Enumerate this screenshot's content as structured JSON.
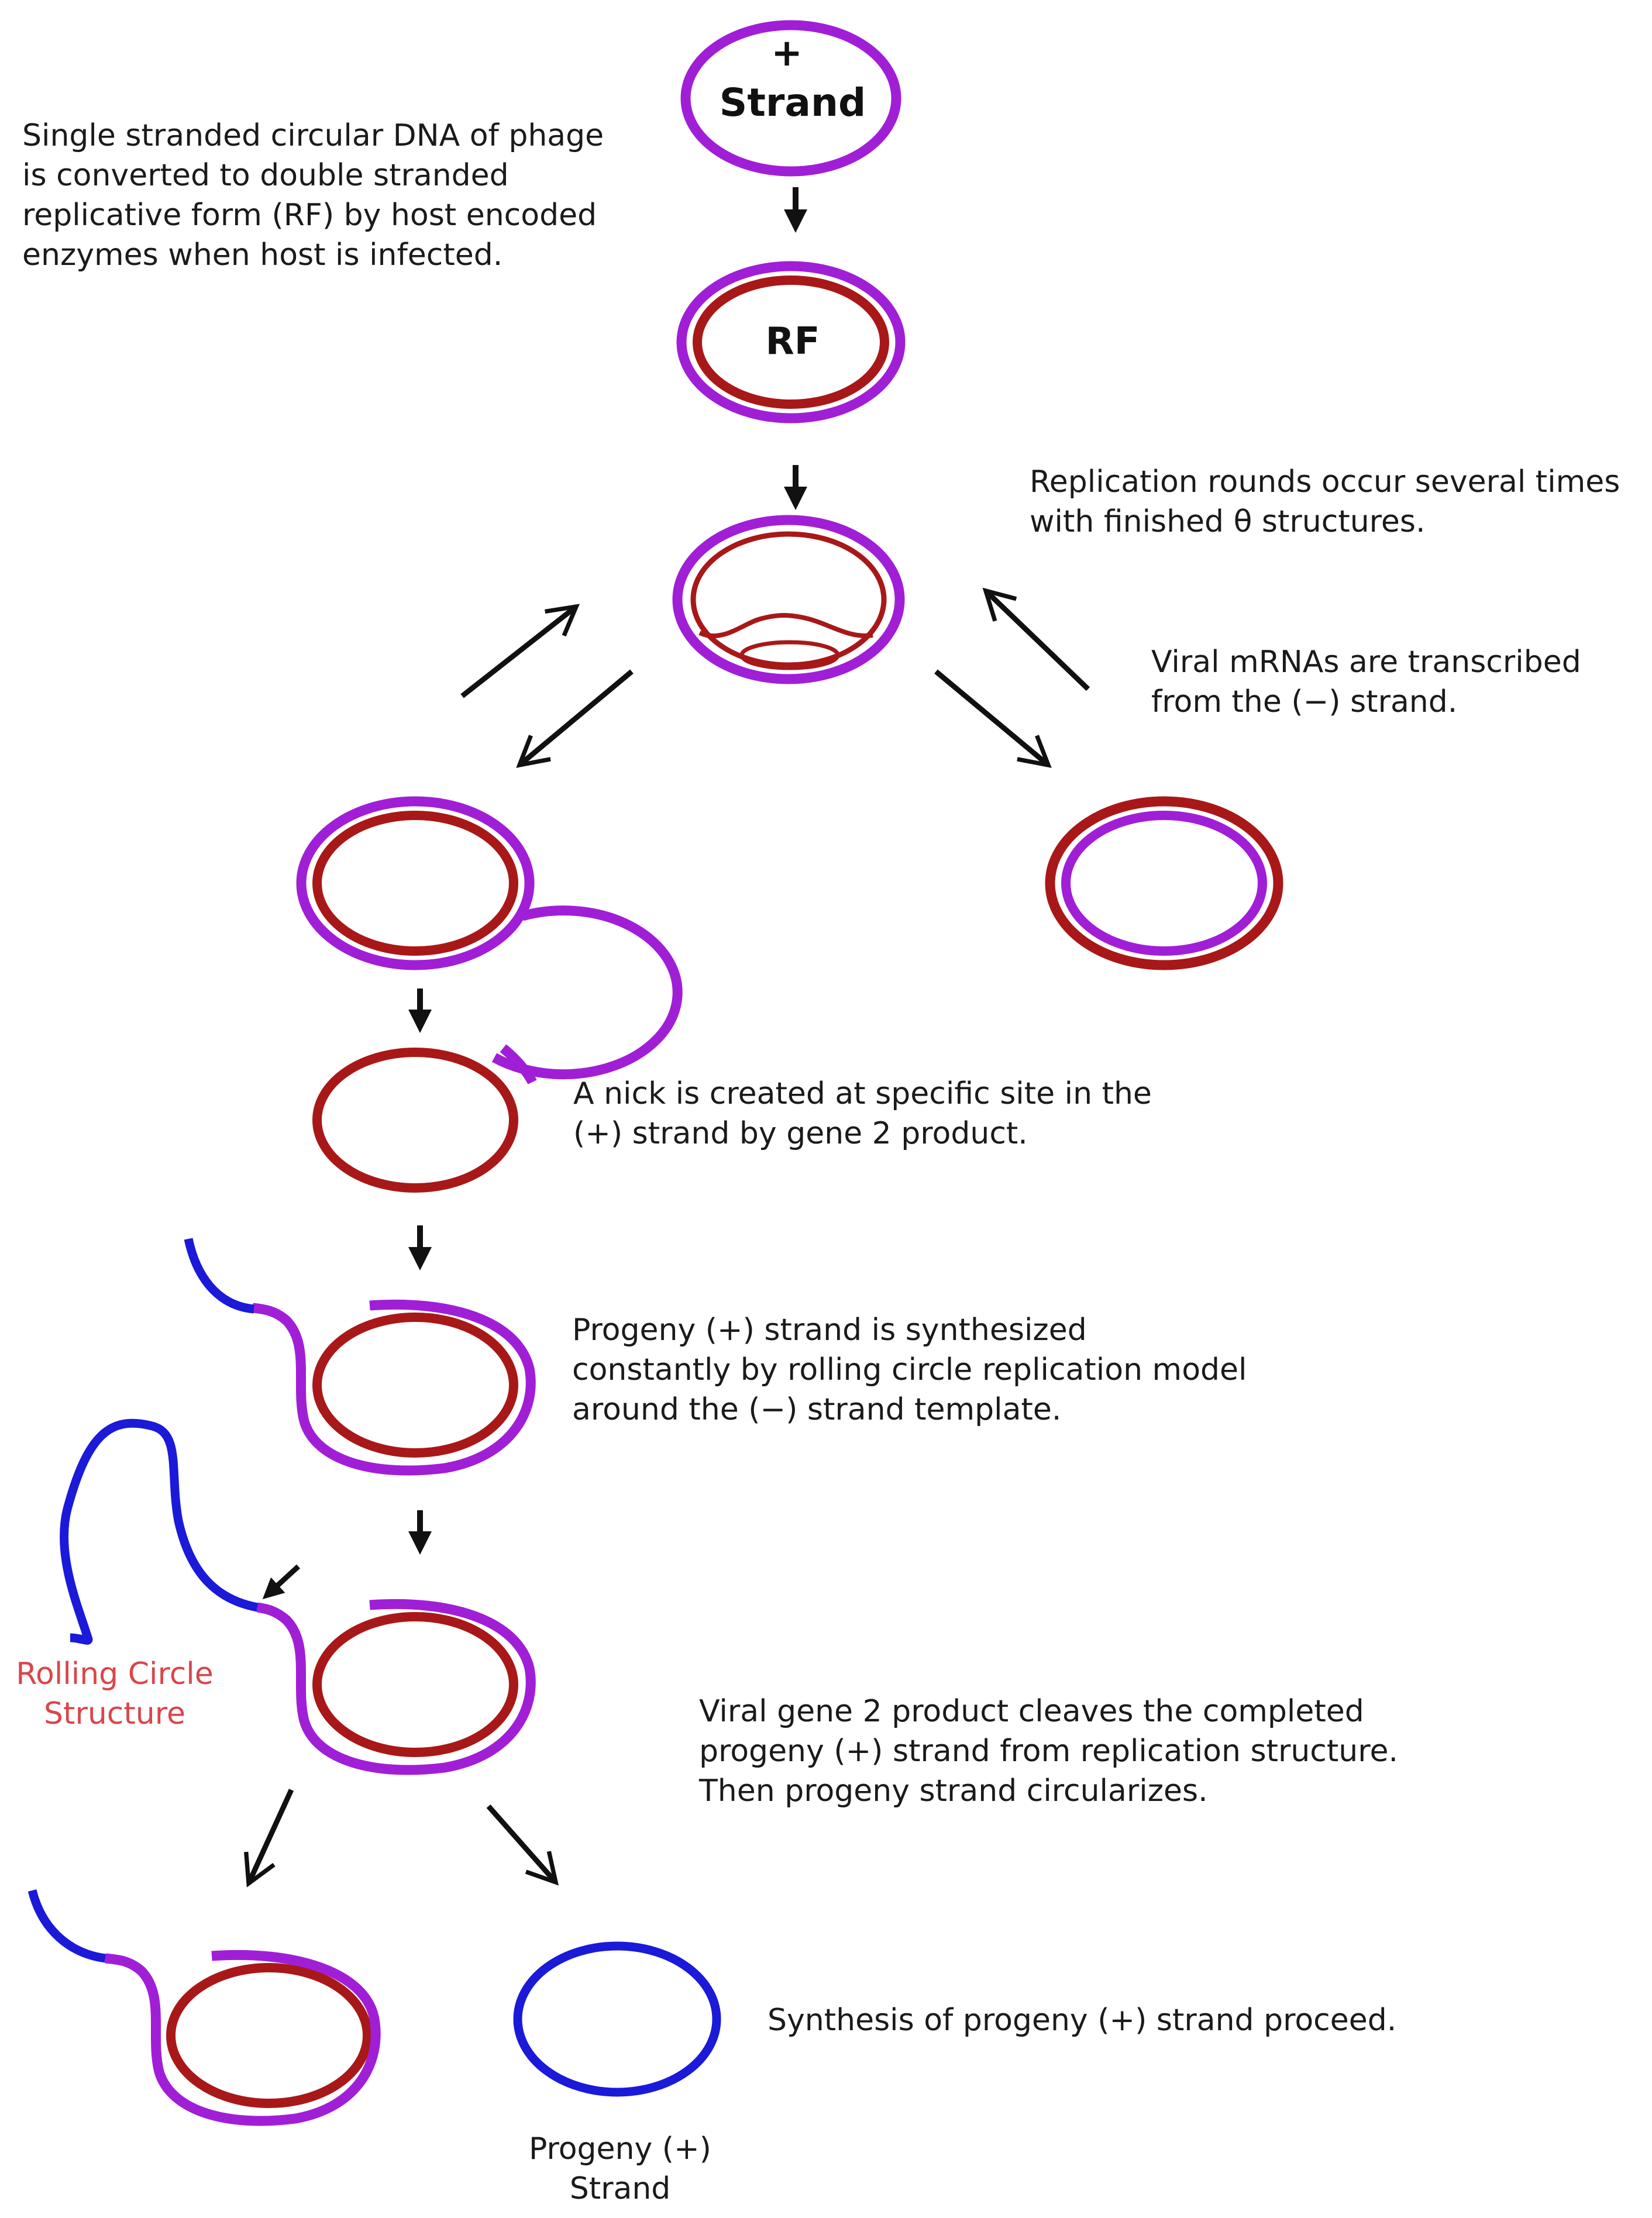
{
  "labels": {
    "plus": "+",
    "strand": "Strand",
    "rf": "RF"
  },
  "notes": {
    "conversion": "Single stranded circular DNA of phage\nis converted to double stranded\nreplicative form (RF) by host encoded\nenzymes when host is infected.",
    "replication_rounds": "Replication rounds occur several times\nwith finished θ structures.",
    "viral_mrna": "Viral mRNAs are transcribed\nfrom the (−) strand.",
    "nick": "A nick is created at specific site in the\n(+) strand by gene 2 product.",
    "rolling": "Progeny (+) strand is synthesized\nconstantly by rolling circle replication model\naround the (−) strand template.",
    "cleave": "Viral gene 2 product cleaves the completed\nprogeny (+) strand from replication structure.\nThen progeny strand circularizes.",
    "proceed": "Synthesis of progeny (+) strand proceed.",
    "rolling_structure": "Rolling Circle\nStructure",
    "progeny_strand": "Progeny (+)\nStrand"
  },
  "colors": {
    "plus_strand": "#a01fd6",
    "minus_strand": "#a81818",
    "progeny": "#1a1ad8",
    "annotation": "#d9464b",
    "arrow": "#111111"
  }
}
